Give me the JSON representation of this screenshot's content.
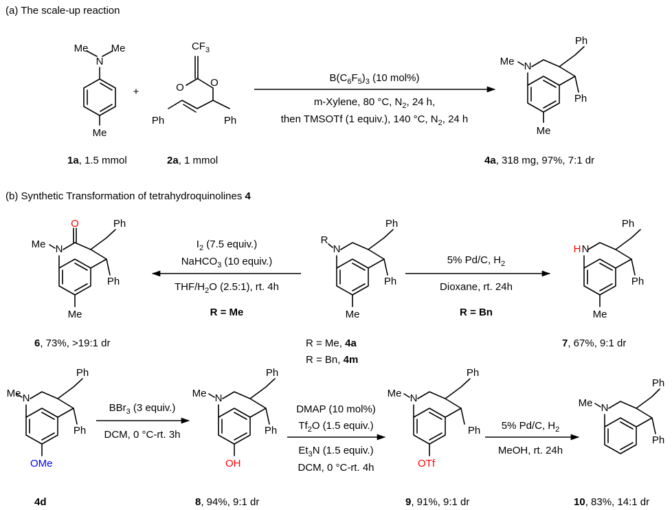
{
  "section_a": {
    "title": "(a) The scale-up reaction",
    "plus": "+",
    "sm1": {
      "label": "1a",
      "amount": ", 1.5 mmol",
      "atoms": {
        "N": "N",
        "me_left": "Me",
        "me_right": "Me",
        "me_bottom": "Me"
      }
    },
    "sm2": {
      "label": "2a",
      "amount": ", 1 mmol",
      "atoms": {
        "cf3": "CF",
        "cf3_sub": "3",
        "o_carbonyl": "O",
        "o_ester": "O",
        "ph_left": "Ph",
        "ph_right": "Ph"
      }
    },
    "conditions": {
      "catalyst_pre": "B(C",
      "catalyst_sub1": "6",
      "catalyst_mid": "F",
      "catalyst_sub2": "5",
      "catalyst_post": ")",
      "catalyst_sub3": "3",
      "catalyst_load": " (10 mol%)",
      "line2_pre": "m-Xylene, 80 °C, N",
      "line2_sub": "2",
      "line2_post": ", 24 h,",
      "line3_pre": "then TMSOTf (1 equiv.), 140 °C, N",
      "line3_sub": "2",
      "line3_post": ", 24 h"
    },
    "product": {
      "label": "4a",
      "detail": ", 318 mg, 97%, 7:1 dr",
      "atoms": {
        "me_n": "Me",
        "N": "N",
        "ph_top": "Ph",
        "ph_c4": "Ph",
        "me_ring": "Me"
      }
    }
  },
  "section_b": {
    "title_pre": "(b) Synthetic Transformation of tetrahydroquinolines ",
    "title_num": "4",
    "center": {
      "atoms": {
        "R": "R",
        "N": "N",
        "ph_top": "Ph",
        "ph_c4": "Ph",
        "me_ring": "Me"
      },
      "label1_pre": "R = Me, ",
      "label1_num": "4a",
      "label2_pre": "R = Bn, ",
      "label2_num": "4m"
    },
    "left_conditions": {
      "l1_pre": "I",
      "l1_sub": "2",
      "l1_post": " (7.5 equiv.)",
      "l2_pre": "NaHCO",
      "l2_sub": "3",
      "l2_post": " (10 equiv.)",
      "l3_pre": "THF/H",
      "l3_sub": "2",
      "l3_post": "O (2.5:1), rt. 4h",
      "r_label": "R = Me"
    },
    "right_conditions": {
      "l1_pre": "5% Pd/C, H",
      "l1_sub": "2",
      "l2": "Dioxane, rt. 24h",
      "r_label": "R = Bn"
    },
    "prod6": {
      "label": "6",
      "detail": ", 73%, >19:1 dr",
      "atoms": {
        "me_n": "Me",
        "N": "N",
        "O": "O",
        "ph_top": "Ph",
        "ph_c4": "Ph",
        "me_ring": "Me"
      }
    },
    "prod7": {
      "label": "7",
      "detail": ", 67%, 9:1 dr",
      "atoms": {
        "H": "H",
        "N": "N",
        "ph_top": "Ph",
        "ph_c4": "Ph",
        "me_ring": "Me"
      }
    }
  },
  "section_c": {
    "sm4d": {
      "label": "4d",
      "atoms": {
        "me_n": "Me",
        "N": "N",
        "ph_top": "Ph",
        "ph_c4": "Ph",
        "o": "O",
        "me_o": "Me"
      }
    },
    "cond1": {
      "l1_pre": "BBr",
      "l1_sub": "3",
      "l1_post": " (3 equiv.)",
      "l2": "DCM, 0 °C-rt. 3h"
    },
    "prod8": {
      "label": "8",
      "detail": ", 94%, 9:1 dr",
      "atoms": {
        "me_n": "Me",
        "N": "N",
        "ph_top": "Ph",
        "ph_c4": "Ph",
        "oh": "OH"
      }
    },
    "cond2": {
      "l1": "DMAP (10 mol%)",
      "l2_pre": "Tf",
      "l2_sub": "2",
      "l2_post": "O (1.5 equiv.)",
      "l3_pre": "Et",
      "l3_sub": "3",
      "l3_post": "N (1.5 equiv.)",
      "l4": "DCM, 0 °C-rt. 4h"
    },
    "prod9": {
      "label": "9",
      "detail": ", 91%, 9:1 dr",
      "atoms": {
        "me_n": "Me",
        "N": "N",
        "ph_top": "Ph",
        "ph_c4": "Ph",
        "otf": "OTf"
      }
    },
    "cond3": {
      "l1_pre": "5% Pd/C, H",
      "l1_sub": "2",
      "l2": "MeOH, rt. 24h"
    },
    "prod10": {
      "label": "10",
      "detail": ", 83%, 14:1 dr",
      "atoms": {
        "me_n": "Me",
        "N": "N",
        "ph_top": "Ph",
        "ph_c4": "Ph"
      }
    }
  },
  "colors": {
    "heteroatom_highlight": "#ff0000",
    "ome_highlight": "#0000ff",
    "text": "#000000"
  }
}
